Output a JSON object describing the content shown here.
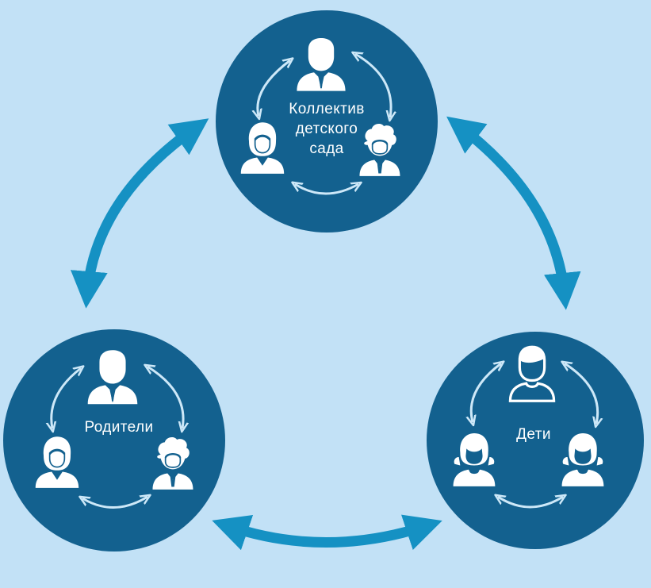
{
  "nodes": {
    "staff": {
      "label_lines": [
        "Коллектив",
        "детского",
        "сада"
      ]
    },
    "parents": {
      "label": "Родители"
    },
    "children": {
      "label": "Дети"
    }
  },
  "colors": {
    "background": "#c2e1f6",
    "circle": "#13618f",
    "big_arrow": "#1591c3",
    "small_arrow": "#cde8f8",
    "person": "#ffffff"
  },
  "icons": [
    "man-icon",
    "woman-icon",
    "curly-person-icon",
    "boy-icon",
    "girl-icon",
    "double-arrow-icon"
  ]
}
